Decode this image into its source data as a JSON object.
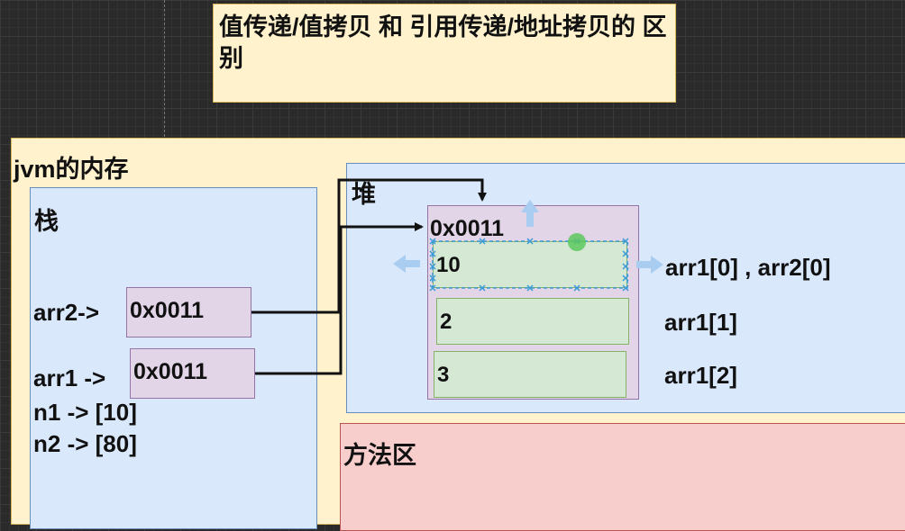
{
  "title_note": "值传递/值拷贝 和  引用传递/地址拷贝的 区别",
  "jvm": {
    "label": "jvm的内存"
  },
  "stack": {
    "label": "栈",
    "arr2_label": "arr2->",
    "arr1_label": "arr1 ->",
    "n1_label": "n1 -> [10]",
    "n2_label": "n2 -> [80]",
    "arr2_ref": "0x0011",
    "arr1_ref": "0x0011"
  },
  "heap": {
    "label": "堆",
    "address": "0x0011",
    "cells": [
      "10",
      "2",
      "3"
    ],
    "cell_labels": [
      "arr1[0] , arr2[0]",
      "arr1[1]",
      "arr1[2]"
    ]
  },
  "method_area": {
    "label": "方法区"
  },
  "colors": {
    "note_fill": "#fff2cc",
    "region_fill": "#dae8fc",
    "method_fill": "#f8cecc",
    "ref_fill": "#e1d5e7",
    "cell_fill": "#d5e8d4",
    "selection": "#3b9bd9",
    "arrow": "#111111"
  }
}
